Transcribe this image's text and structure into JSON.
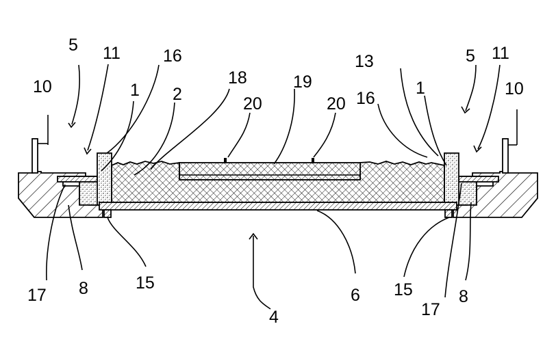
{
  "figure": {
    "colors": {
      "ink": "#000000",
      "paper": "#ffffff",
      "fill_light": "#f4f4f4"
    },
    "labels": {
      "l_5_left": "5",
      "l_11_left": "11",
      "l_16_left": "16",
      "l_10_left": "10",
      "l_1_left": "1",
      "l_2": "2",
      "l_18": "18",
      "l_20_left": "20",
      "l_19": "19",
      "l_20_right": "20",
      "l_13": "13",
      "l_5_right": "5",
      "l_11_right": "11",
      "l_1_right": "1",
      "l_16_right": "16",
      "l_10_right": "10",
      "l_17_left": "17",
      "l_8_left": "8",
      "l_15_left": "15",
      "l_4": "4",
      "l_6": "6",
      "l_15_right": "15",
      "l_17_right": "17",
      "l_8_right": "8"
    }
  }
}
